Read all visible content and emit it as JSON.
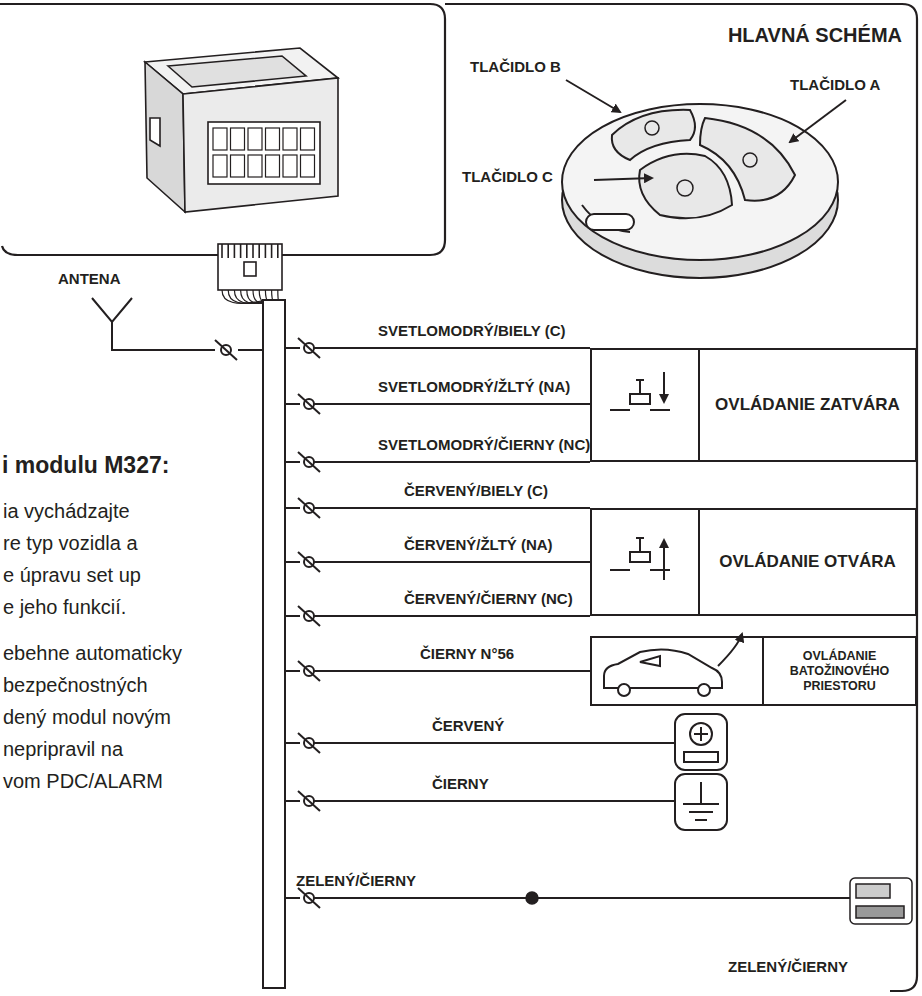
{
  "diagram": {
    "title": "HLAVNÁ SCHÉMA",
    "nodes": [
      {
        "text": [
          "OVLÁDANIE ZATVÁRA"
        ]
      },
      {
        "text": [
          "OVLÁDANIE OTVÁRA"
        ]
      },
      {
        "text": [
          "OVLÁDANIE BATOŽINOVÉHO PRIESTORU"
        ]
      }
    ],
    "labels": [
      "TLAČIDLO B",
      "TLAČIDLO A",
      "TLAČIDLO C",
      "ANTENA",
      "SVETLOMODRÝ/BIELY (C)",
      "SVETLOMODRÝ/ŽLTÝ (NA)",
      "SVETLOMODRÝ/ČIERNY (NC)",
      "ČERVENÝ/BIELY (C)",
      "ČERVENÝ/ŽLTÝ (NA)",
      "ČERVENÝ/ČIERNY (NC)",
      "ČIERNY N°56",
      "ČERVENÝ",
      "ČIERNY",
      "ZELENÝ/ČIERNY",
      "ZELENÝ/ČIERNY",
      "i modulu M327:",
      "ia vychádzajte",
      "re typ vozidla a",
      "e úpravu set up",
      "e jeho funkcií.",
      "ebehne automaticky",
      "bezpečnostných",
      "dený modul novým",
      "nepripravil na",
      "vom PDC/ALARM"
    ]
  }
}
